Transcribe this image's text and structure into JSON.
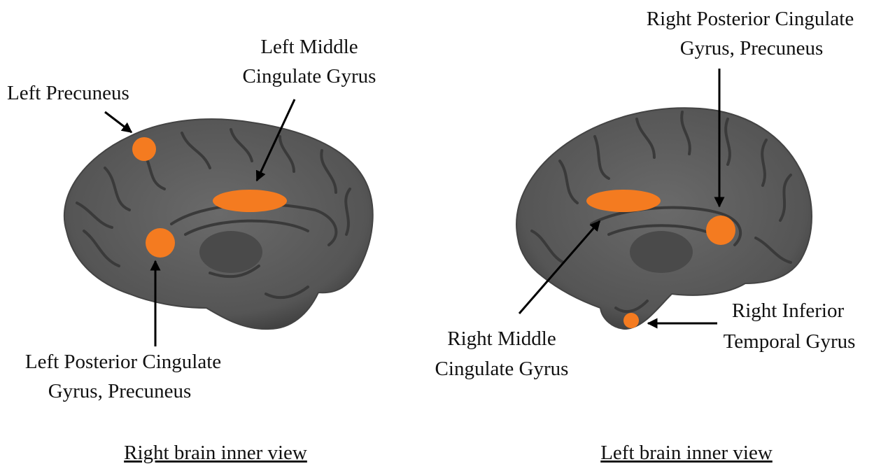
{
  "highlight_color": "#F47B20",
  "brain_color": "#5F5F5F",
  "panels": [
    {
      "caption": "Right brain inner view",
      "labels": {
        "precuneus": "Left Precuneus",
        "middle_cingulate": [
          "Left Middle",
          "Cingulate Gyrus"
        ],
        "posterior_cingulate": [
          "Left Posterior Cingulate",
          "Gyrus, Precuneus"
        ]
      }
    },
    {
      "caption": "Left brain inner view",
      "labels": {
        "posterior_cingulate": [
          "Right Posterior Cingulate",
          "Gyrus, Precuneus"
        ],
        "middle_cingulate": [
          "Right Middle",
          "Cingulate Gyrus"
        ],
        "inferior_temporal": [
          "Right Inferior",
          "Temporal Gyrus"
        ]
      }
    }
  ]
}
